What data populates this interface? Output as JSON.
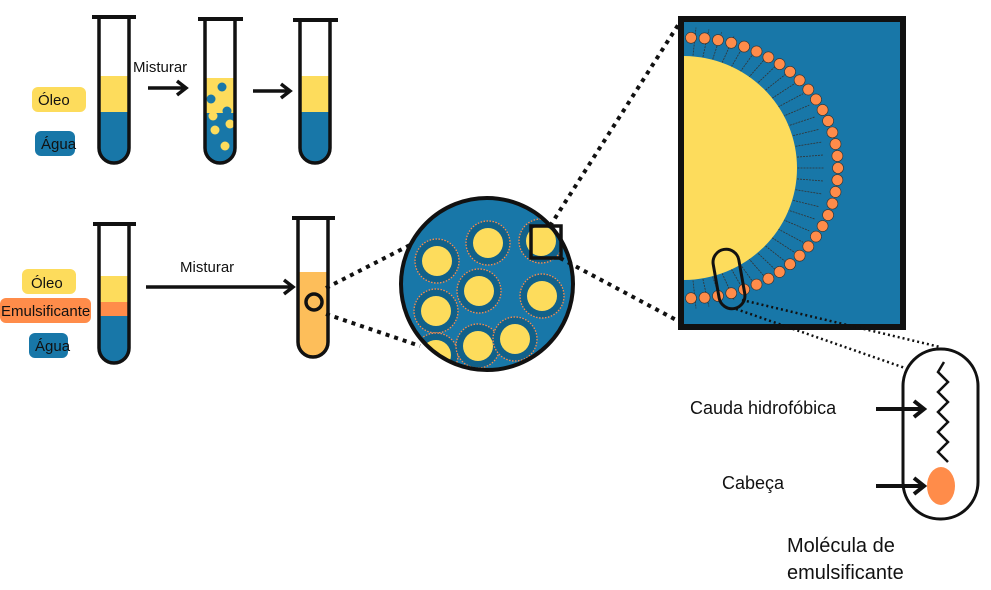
{
  "colors": {
    "oil": "#FDDC5C",
    "water": "#1877A8",
    "emulsifier": "#FF8C4A",
    "emulsion": "#FDBE5A",
    "outline": "#111111"
  },
  "row1": {
    "label_oil": "Óleo",
    "label_water": "Água",
    "mix_label": "Misturar"
  },
  "row2": {
    "label_oil": "Óleo",
    "label_emulsifier": "Emulsificante",
    "label_water": "Água",
    "mix_label": "Misturar"
  },
  "molecule": {
    "tail_label": "Cauda hidrofóbica",
    "head_label": "Cabeça",
    "caption_line1": "Molécula de",
    "caption_line2": "emulsificante"
  }
}
